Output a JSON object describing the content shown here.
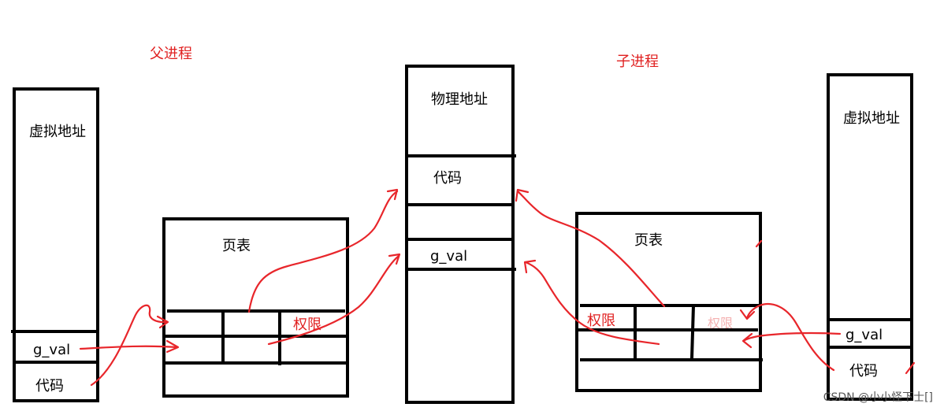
{
  "title_parent": "父进程",
  "title_child": "子进程",
  "parent_vspace": {
    "label": "虚拟地址",
    "gval": "g_val",
    "code": "代码"
  },
  "parent_pagetable": {
    "label": "页表",
    "perm": "权限"
  },
  "physical": {
    "label": "物理地址",
    "code": "代码",
    "gval": "g_val"
  },
  "child_pagetable": {
    "label": "页表",
    "perm": "权限",
    "perm_faint": "权限"
  },
  "child_vspace": {
    "label": "虚拟地址",
    "gval": "g_val",
    "code": "代码"
  },
  "watermark": "CSDN @小小怪下士[]",
  "colors": {
    "arrow": "#e8262b",
    "title": "#e02020",
    "stroke": "#000000"
  }
}
